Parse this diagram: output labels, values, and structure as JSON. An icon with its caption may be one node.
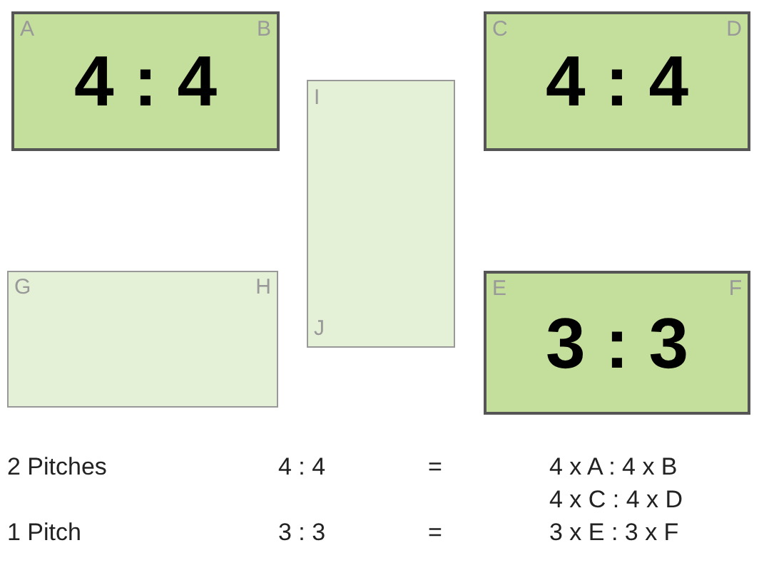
{
  "diagram": {
    "nodes": [
      {
        "text": [
          "A",
          "B",
          "4 : 4"
        ]
      },
      {
        "text": [
          "C",
          "D",
          "4 : 4"
        ]
      },
      {
        "text": [
          "I",
          "J"
        ]
      },
      {
        "text": [
          "G",
          "H"
        ]
      },
      {
        "text": [
          "E",
          "F",
          "3 : 3"
        ]
      }
    ],
    "labels": [
      "2 Pitches",
      "4 : 4",
      "=",
      "4 x A : 4 x B",
      "4 x C : 4 x D",
      "1 Pitch",
      "3 : 3",
      "=",
      "3 x E : 3 x F"
    ]
  }
}
